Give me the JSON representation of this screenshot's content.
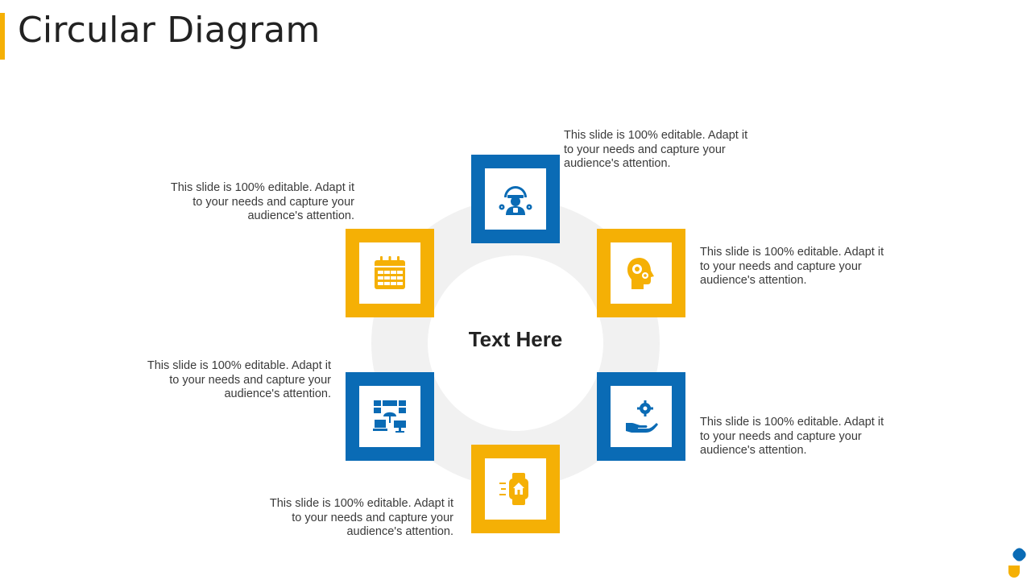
{
  "title": "Circular Diagram",
  "center_text": "Text Here",
  "colors": {
    "blue": "#0a6bb5",
    "yellow": "#f5b005",
    "ring": "#f1f1f1",
    "accent_bar": "#f5b005"
  },
  "items": [
    {
      "icon": "engineer-icon",
      "color": "blue",
      "text": "This slide is 100% editable. Adapt it to your needs and capture your audience's attention."
    },
    {
      "icon": "head-gears-icon",
      "color": "yellow",
      "text": "This slide is 100% editable. Adapt it to your needs and capture your audience's attention."
    },
    {
      "icon": "hand-gear-icon",
      "color": "blue",
      "text": "This slide is 100% editable. Adapt it to your needs and capture your audience's attention."
    },
    {
      "icon": "smartwatch-home-icon",
      "color": "yellow",
      "text": "This slide is 100% editable. Adapt it to your needs and capture your audience's attention."
    },
    {
      "icon": "network-devices-icon",
      "color": "blue",
      "text": "This slide is 100% editable. Adapt it to your needs and capture your audience's attention."
    },
    {
      "icon": "calendar-icon",
      "color": "yellow",
      "text": "This slide is 100% editable. Adapt it to your needs and capture your audience's attention."
    }
  ]
}
